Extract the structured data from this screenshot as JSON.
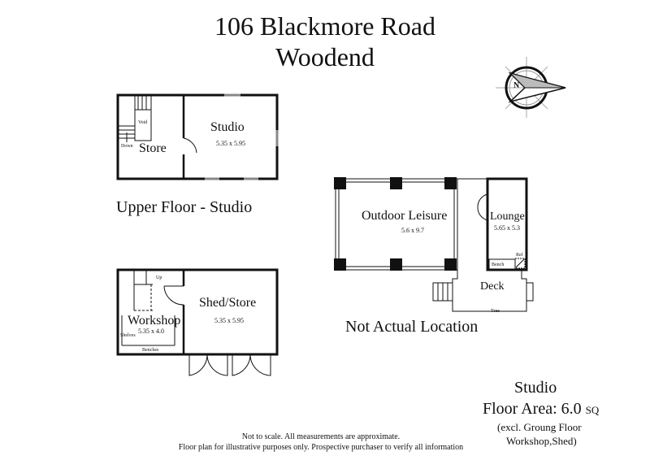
{
  "header": {
    "line1": "106 Blackmore Road",
    "line2": "Woodend"
  },
  "compass": {
    "icon": "north-arrow-icon",
    "label": "N"
  },
  "upper_floor": {
    "caption": "Upper Floor - Studio",
    "rooms": [
      {
        "name": "Studio",
        "dimensions": "5.35 x 5.95"
      },
      {
        "name": "Store",
        "dimensions": ""
      }
    ],
    "annotations": {
      "void": "Void",
      "down": "Down"
    }
  },
  "ground_floor": {
    "rooms": [
      {
        "name": "Shed/Store",
        "dimensions": "5.35 x 5.95"
      },
      {
        "name": "Workshop",
        "dimensions": "5.35 x 4.0"
      }
    ],
    "annotations": {
      "up": "Up",
      "shelves": "Shelves",
      "benches": "Benches"
    }
  },
  "outdoor": {
    "caption": "Not Actual Location",
    "rooms": [
      {
        "name": "Outdoor Leisure",
        "dimensions": "5.6 x 9.7"
      },
      {
        "name": "Lounge",
        "dimensions": "5.65 x 5.3"
      },
      {
        "name": "Deck",
        "dimensions": ""
      }
    ],
    "annotations": {
      "bench": "Bench",
      "ref": "Ref",
      "tree": "Tree"
    }
  },
  "summary": {
    "title": "Studio",
    "floor_area_label": "Floor Area: 6.0",
    "unit": "SQ",
    "note_line1": "(excl. Groung Floor",
    "note_line2": "Workshop,Shed)"
  },
  "disclaimer": {
    "line1": "Not to scale. All measurements are approximate.",
    "line2": "Floor plan for illustrative purposes only. Prospective purchaser to verify all information"
  }
}
